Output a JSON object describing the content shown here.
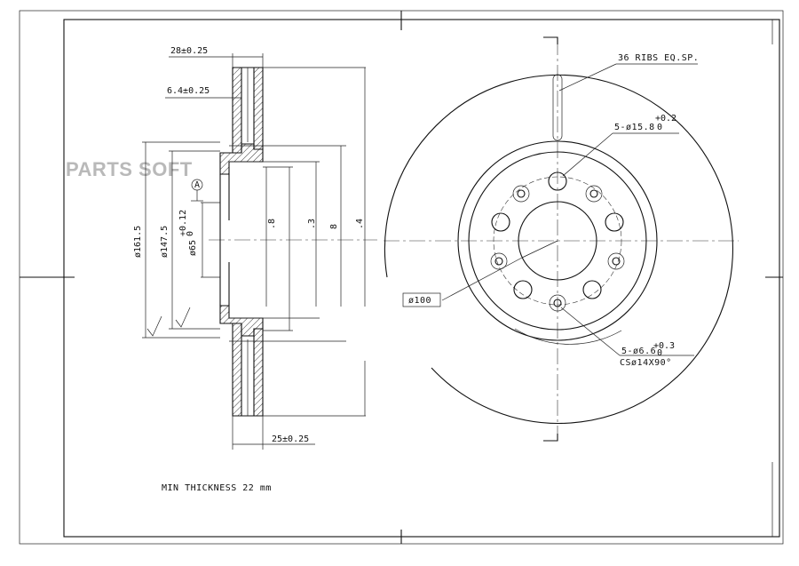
{
  "watermark": "PARTS SOFT",
  "side_view": {
    "dim_overall_width": "28±0.25",
    "dim_flange": "6.4±0.25",
    "dim_friction": "25±0.25",
    "dia_outer": "ø161.5",
    "dia_inner": "ø147.5",
    "dia_center": "ø65",
    "dia_center_tol_upper": "+0.12",
    "dia_center_tol_lower": "0",
    "datum": "A",
    "partial_labels": [
      ".8",
      ".3",
      "8",
      ".4"
    ]
  },
  "front_view": {
    "ribs": "36 RIBS EQ.SP.",
    "holes_large": "5-ø15.8",
    "holes_large_tol_upper": "+0.2",
    "holes_large_tol_lower": "0",
    "pcd": "ø100",
    "holes_small": "5-ø6.6",
    "holes_small_tol_upper": "+0.3",
    "holes_small_tol_lower": "0",
    "countersink": "CSø14X90°"
  },
  "notes": {
    "min_thickness": "MIN THICKNESS 22 mm"
  }
}
